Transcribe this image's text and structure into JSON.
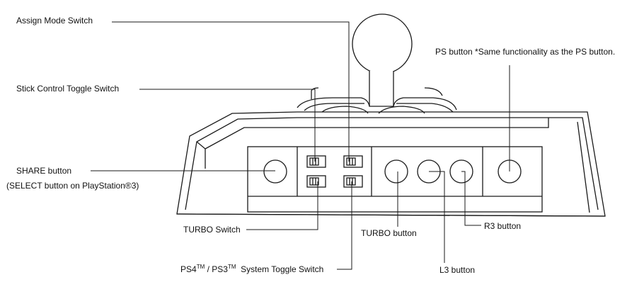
{
  "labels": {
    "assign_mode": "Assign Mode Switch",
    "stick_control": "Stick Control Toggle Switch",
    "share_line1": "SHARE button",
    "share_line2": "(SELECT button on PlayStation®3)",
    "turbo_switch": "TURBO Switch",
    "system_toggle_a": "PS4",
    "system_toggle_tm1": "TM",
    "system_toggle_b": " / PS3",
    "system_toggle_tm2": "TM",
    "system_toggle_c": "  System Toggle Switch",
    "ps_button": "PS button *Same functionality as the PS button.",
    "turbo_button": "TURBO button",
    "r3_button": "R3 button",
    "l3_button": "L3 button"
  },
  "colors": {
    "line": "#1a1a1a",
    "fill": "#ffffff"
  }
}
